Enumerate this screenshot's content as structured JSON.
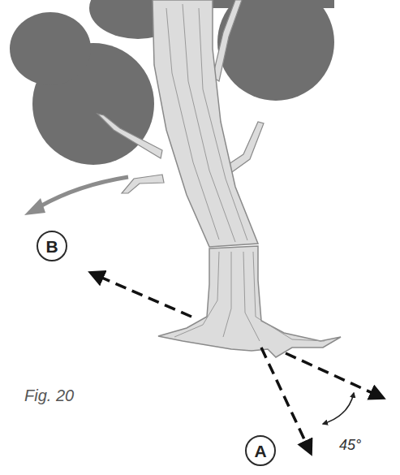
{
  "diagram": {
    "caption": "Fig. 20",
    "nodes": [
      {
        "text": [
          "B"
        ]
      },
      {
        "text": [
          "A"
        ]
      }
    ],
    "labels": [
      "45°"
    ]
  }
}
